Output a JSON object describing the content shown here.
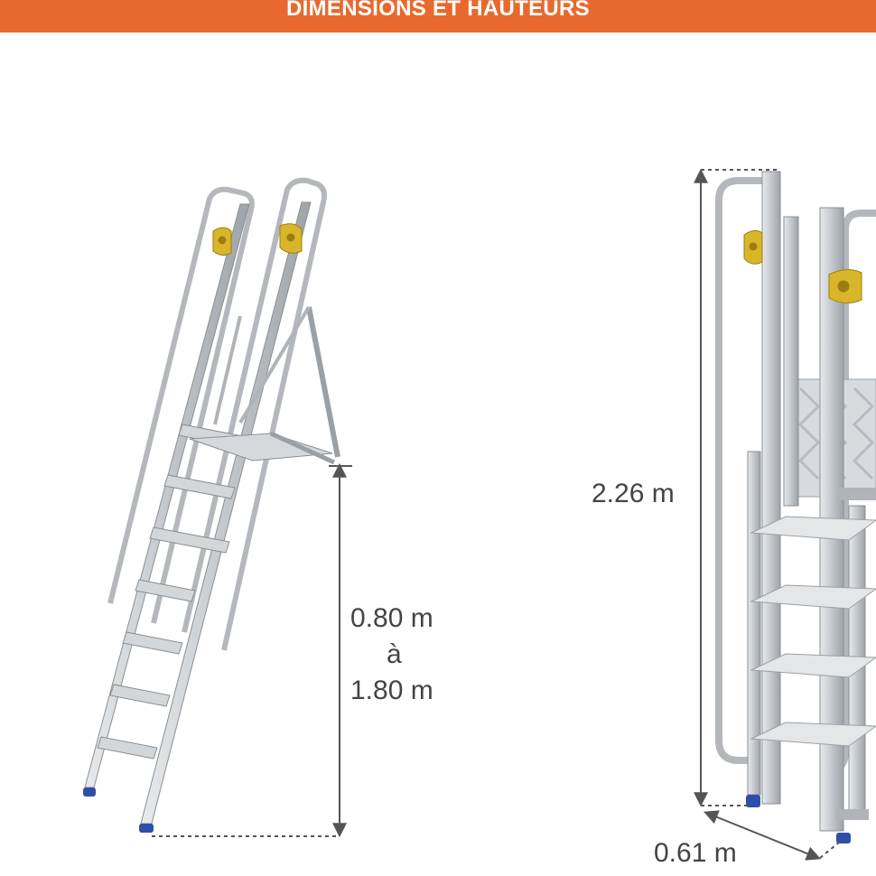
{
  "banner": {
    "title": "DIMENSIONS ET HAUTEURS"
  },
  "dimensions": {
    "platform_height_min": "0.80 m",
    "platform_height_sep": "à",
    "platform_height_max": "1.80 m",
    "total_height": "2.26 m",
    "depth": "0.61 m"
  },
  "colors": {
    "banner": "#e8692e",
    "aluminium": "#c9ccd0",
    "anchor": "#d9b52a",
    "foot": "#2e4fa8",
    "dimension_line": "#555555"
  }
}
